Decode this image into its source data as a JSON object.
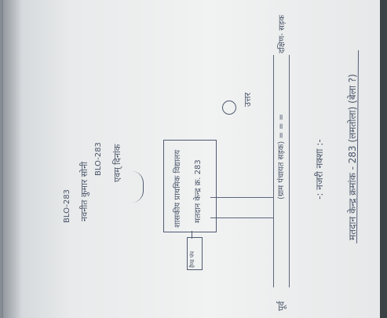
{
  "document": {
    "title": "मतदान केन्द्र क्रमांक - 283 (लमतोला) (बेला ?)",
    "subtitle": "-: नजरी नक्शा :-",
    "road_left": "पूर्व",
    "road_right": "दक्षिण- सड़क",
    "road_center": "(ग्राम पंचायत सड़क) = = =",
    "building_line1": "शासकीय प्राथमिक विद्यालय",
    "building_line2": "मतदान केन्द्र क्र. 283",
    "north_label": "उत्तर",
    "signature_1": "एवम् दिनांक",
    "signature_2": "BLO-283",
    "signature_3": "नवनीत कुमार सोनी",
    "signature_4": "BLO-283",
    "stamp_text": "हैण्ड पंप"
  },
  "colors": {
    "ink": "#4a5569",
    "paper": "#f1f2f2",
    "background": "#3c4146"
  }
}
